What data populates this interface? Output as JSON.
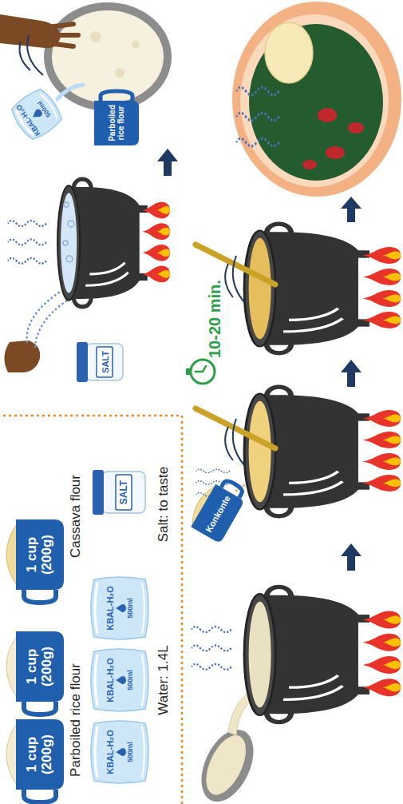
{
  "diagram": {
    "nodes": [
      {
        "text": [
          "1 cup (200g)"
        ]
      },
      {
        "text": [
          "1 cup (200g)"
        ]
      },
      {
        "text": [
          "1 cup (200g)"
        ]
      },
      {
        "text": [
          "KBAL-H₂O",
          "500ml"
        ]
      },
      {
        "text": [
          "KBAL-H₂O",
          "500ml"
        ]
      },
      {
        "text": [
          "KBAL-H₂O",
          "500ml"
        ]
      },
      {
        "text": [
          "SALT"
        ]
      },
      {
        "text": [
          "SALT"
        ]
      },
      {
        "text": [
          "KBAL-H₂O",
          "500ml"
        ]
      },
      {
        "text": [
          "Parboiled rice flour"
        ]
      },
      {
        "text": [
          "Konkonte"
        ]
      }
    ],
    "labels": [
      "Parboiled rice flour",
      "Cassava flour",
      "Water: 1.4L",
      "Salt: to taste",
      "10-20 min."
    ]
  }
}
